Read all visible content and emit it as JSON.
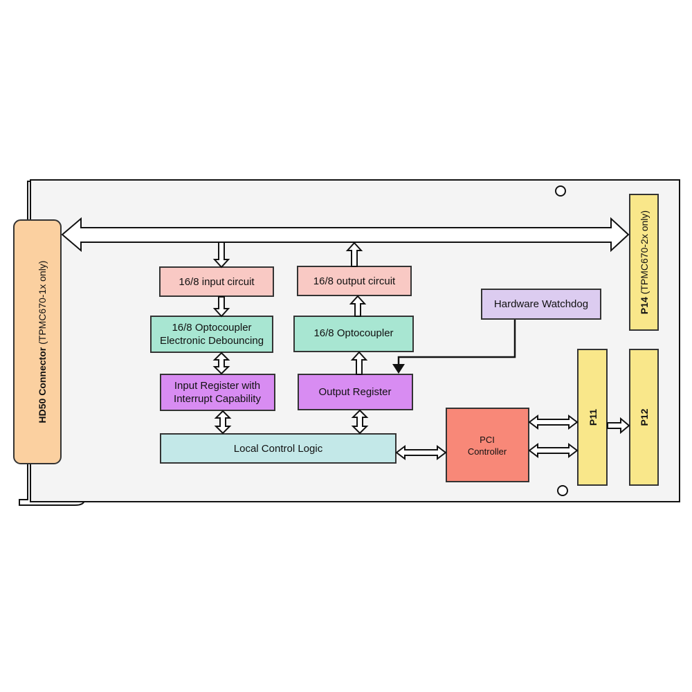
{
  "blocks": {
    "input_circuit": "16/8 input circuit",
    "output_circuit": "16/8 output circuit",
    "opto_in_line1": "16/8 Optocoupler",
    "opto_in_line2": "Electronic Debouncing",
    "opto_out": "16/8 Optocoupler",
    "input_register_line1": "Input Register with",
    "input_register_line2": "Interrupt Capability",
    "output_register": "Output Register",
    "local_control_logic": "Local Control Logic",
    "pci_controller_line1": "PCI",
    "pci_controller_line2": "Controller",
    "hardware_watchdog": "Hardware Watchdog"
  },
  "connectors": {
    "hd50_bold": "HD50 Connector",
    "hd50_note": " (TPMC670-1x only)",
    "p14_bold": "P14",
    "p14_note": " (TPMC670-2x only)",
    "p11": "P11",
    "p12": "P12"
  },
  "colors": {
    "board": "#f4f4f4",
    "pink": "#f9c9c4",
    "teal": "#a8e6d2",
    "purple": "#d88cf2",
    "lightblue": "#c3e8e8",
    "salmon": "#f88878",
    "lavender": "#dcccf0",
    "yellow": "#f9e78a",
    "orange": "#fbd0a0"
  }
}
